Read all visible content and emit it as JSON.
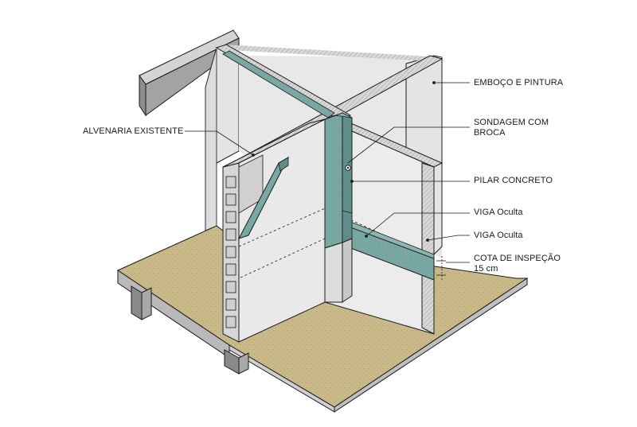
{
  "colors": {
    "floor": "#c9b888",
    "wall": "#e6e6e6",
    "wall_light": "#ececec",
    "wall_side": "#b8b8b8",
    "beam": "#79a7a3",
    "beam_dark": "#5f8e8a",
    "slab_side": "#a9a9a9",
    "line": "#1a1a1a"
  },
  "labels": {
    "emboco": "EMBOÇO E PINTURA",
    "alvenaria": "ALVENARIA EXISTENTE",
    "sondagem_1": "SONDAGEM COM",
    "sondagem_2": "BROCA",
    "pilar": "PILAR CONCRETO",
    "viga_1": "VIGA Oculta",
    "viga_2": "VIGA Oculta",
    "cota_1": "COTA DE INSPEÇÃO",
    "cota_2": "15 cm"
  }
}
